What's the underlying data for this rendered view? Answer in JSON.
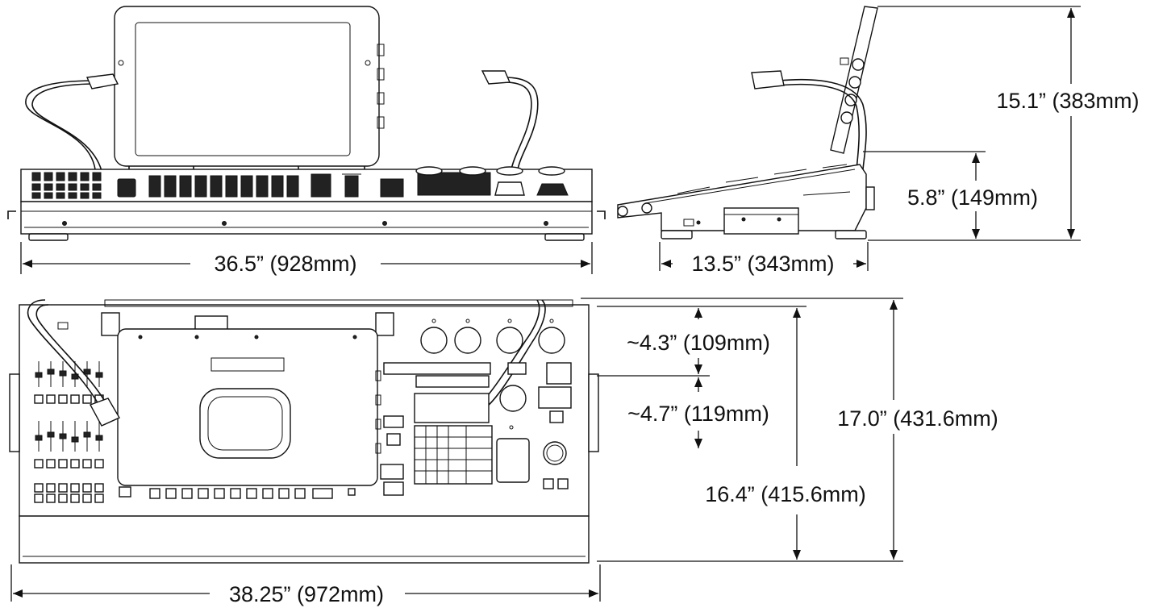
{
  "dimensions": {
    "front_width": "36.5” (928mm)",
    "side_depth": "13.5” (343mm)",
    "side_total_height": "15.1” (383mm)",
    "side_deck_height": "5.8” (149mm)",
    "top_offset_a": "~4.3” (109mm)",
    "top_offset_b": "~4.7” (119mm)",
    "top_depth_full": "17.0” (431.6mm)",
    "top_depth_body": "16.4” (415.6mm)",
    "top_width": "38.25” (972mm)"
  },
  "colors": {
    "line": "#111111",
    "background": "#ffffff"
  }
}
